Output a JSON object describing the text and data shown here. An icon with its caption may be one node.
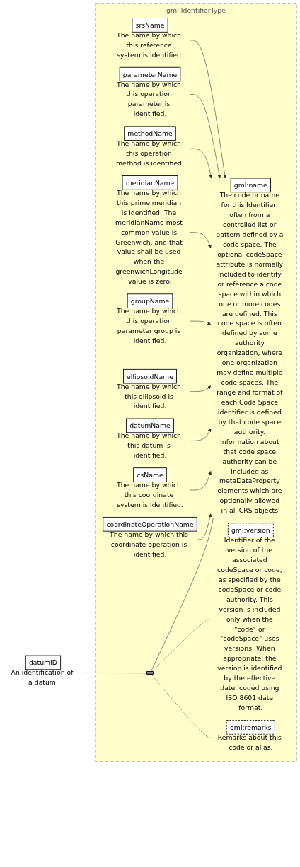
{
  "diagram": {
    "nodes": [
      {
        "text": [
          "datumID"
        ],
        "beside": [
          "An identification of a datum."
        ]
      },
      {
        "text": [
          "gml:IdentifierType"
        ]
      },
      {
        "text": [],
        "shape": "hexagon",
        "in": 1
      },
      {
        "text": [
          "gml:name"
        ],
        "in": 1,
        "beside": [
          "The code or name for this Identifier, often from a controlled list or pattern defined by a code space. The optional codeSpace attribute is normally included to identify or reference a code space within which one or more codes are defined. This code space is often defined by some authority organization, where one organization may define multiple code spaces. The range and format of each Code Space identifier is defined by that code space authority. Information about that code space authority can be included as metaDataProperty elements which are optionally allowed in all CRS objects."
        ]
      },
      {
        "text": [
          "coordinateOperationName"
        ],
        "in": 1,
        "beside": [
          "The name by which this coordinate operation is identified."
        ]
      },
      {
        "text": [
          "csName"
        ],
        "in": 1,
        "beside": [
          "The name by which this coordinate system is identified."
        ]
      },
      {
        "text": [
          "datumName"
        ],
        "in": 1,
        "beside": [
          "The name by which this datum is identified."
        ]
      },
      {
        "text": [
          "ellipsoidName"
        ],
        "in": 1,
        "beside": [
          "The name by which this ellipsoid is identified."
        ]
      },
      {
        "text": [
          "groupName"
        ],
        "in": 1,
        "beside": [
          "The name by which this operation parameter group is identified."
        ]
      },
      {
        "text": [
          "meridianName"
        ],
        "in": 1,
        "beside": [
          "The name by which this prime meridian is identified. The meridianName most common value is Greenwich, and that value shall be used when the greenwichLongitude value is zero."
        ]
      },
      {
        "text": [
          "methodName"
        ],
        "in": 1,
        "beside": [
          "The name by which this operation method is identified."
        ]
      },
      {
        "text": [
          "parameterName"
        ],
        "in": 1,
        "beside": [
          "The name by which this operation parameter is identified."
        ]
      },
      {
        "text": [
          "srsName"
        ],
        "in": 1,
        "beside": [
          "The name by which this reference system is identified."
        ]
      },
      {
        "text": [
          "gml:version"
        ],
        "in": 1,
        "beside": [
          "Identifier of the version of the associated codeSpace or code, as specified by the codeSpace or code authority. This version is included only when the \"code\" or \"codeSpace\" uses versions. When appropriate, the version is identified by the effective date, coded using ISO 8601 date format."
        ]
      },
      {
        "text": [
          "gml:remarks"
        ],
        "in": 1,
        "beside": [
          "Remarks about this code or alias."
        ]
      }
    ],
    "edges": [
      {
        "from": 0,
        "to": 2,
        "arrow": "none"
      },
      {
        "from": 2,
        "to": 3,
        "arrow": "none"
      },
      {
        "from": 4,
        "to": 3,
        "arrow": "to"
      },
      {
        "from": 5,
        "to": 3,
        "arrow": "to"
      },
      {
        "from": 6,
        "to": 3,
        "arrow": "to"
      },
      {
        "from": 7,
        "to": 3,
        "arrow": "to"
      },
      {
        "from": 8,
        "to": 3,
        "arrow": "to"
      },
      {
        "from": 9,
        "to": 3,
        "arrow": "to"
      },
      {
        "from": 10,
        "to": 3,
        "arrow": "to"
      },
      {
        "from": 11,
        "to": 3,
        "arrow": "to"
      },
      {
        "from": 12,
        "to": 3,
        "arrow": "to"
      },
      {
        "from": 2,
        "to": 13,
        "arrow": "none",
        "style": "dashed"
      },
      {
        "from": 2,
        "to": 14,
        "arrow": "none",
        "style": "dashed"
      }
    ]
  }
}
